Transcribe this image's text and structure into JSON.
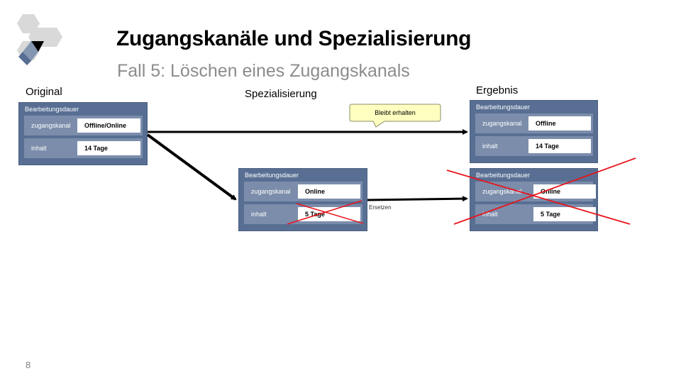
{
  "title": "Zugangskanäle und Spezialisierung",
  "subtitle": "Fall 5: Löschen eines Zugangskanals",
  "sections": {
    "original": "Original",
    "specialization": "Spezialisierung",
    "result": "Ergebnis"
  },
  "boxes": {
    "original": {
      "header": "Bearbeitungsdauer",
      "rows": [
        {
          "key": "zugangskanal",
          "value": "Offline/Online"
        },
        {
          "key": "inhalt",
          "value": "14 Tage"
        }
      ]
    },
    "specialization": {
      "header": "Bearbeitungsdauer",
      "rows": [
        {
          "key": "zugangskanal",
          "value": "Online"
        },
        {
          "key": "inhalt",
          "value": "5 Tage"
        }
      ]
    },
    "result_kept": {
      "header": "Bearbeitungsdauer",
      "rows": [
        {
          "key": "zugangskanal",
          "value": "Offline"
        },
        {
          "key": "inhalt",
          "value": "14 Tage"
        }
      ]
    },
    "result_deleted": {
      "header": "Bearbeitungsdauer",
      "rows": [
        {
          "key": "zugangskanal",
          "value": "Online"
        },
        {
          "key": "inhalt",
          "value": "5 Tage"
        }
      ]
    }
  },
  "callout": "Bleibt erhalten",
  "arrow_label": "Ersetzen",
  "page_number": "8",
  "colors": {
    "box": "#586f93",
    "row": "#7b8dab",
    "cross": "#e8141b",
    "callout": "#ffffc0",
    "logo_gray": "#d9d9d9",
    "logo_dark": "#000000",
    "logo_blue": "#8497b0"
  }
}
